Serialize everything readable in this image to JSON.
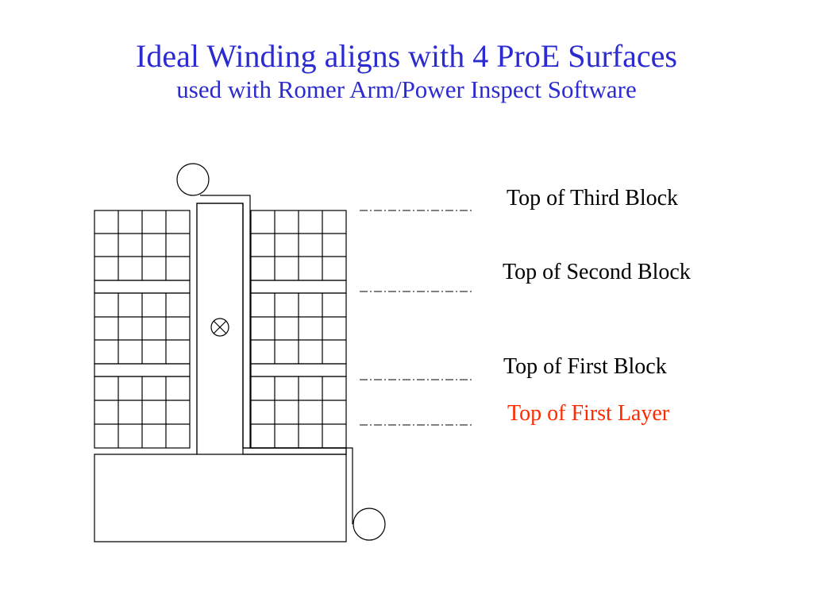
{
  "title": {
    "main": "Ideal Winding aligns with 4 ProE Surfaces",
    "subtitle": "used with Romer Arm/Power Inspect Software"
  },
  "labels": {
    "third_block": "Top of Third Block",
    "second_block": "Top of Second Block",
    "first_block": "Top of First Block",
    "first_layer": "Top of First Layer"
  },
  "colors": {
    "title": "#2b2bd0",
    "label": "#000000",
    "highlight": "#ff2a00",
    "stroke": "#000000"
  },
  "icons": {
    "current_marker": "cross-circle-icon",
    "lead_top": "circle-icon",
    "lead_bottom": "circle-icon"
  }
}
